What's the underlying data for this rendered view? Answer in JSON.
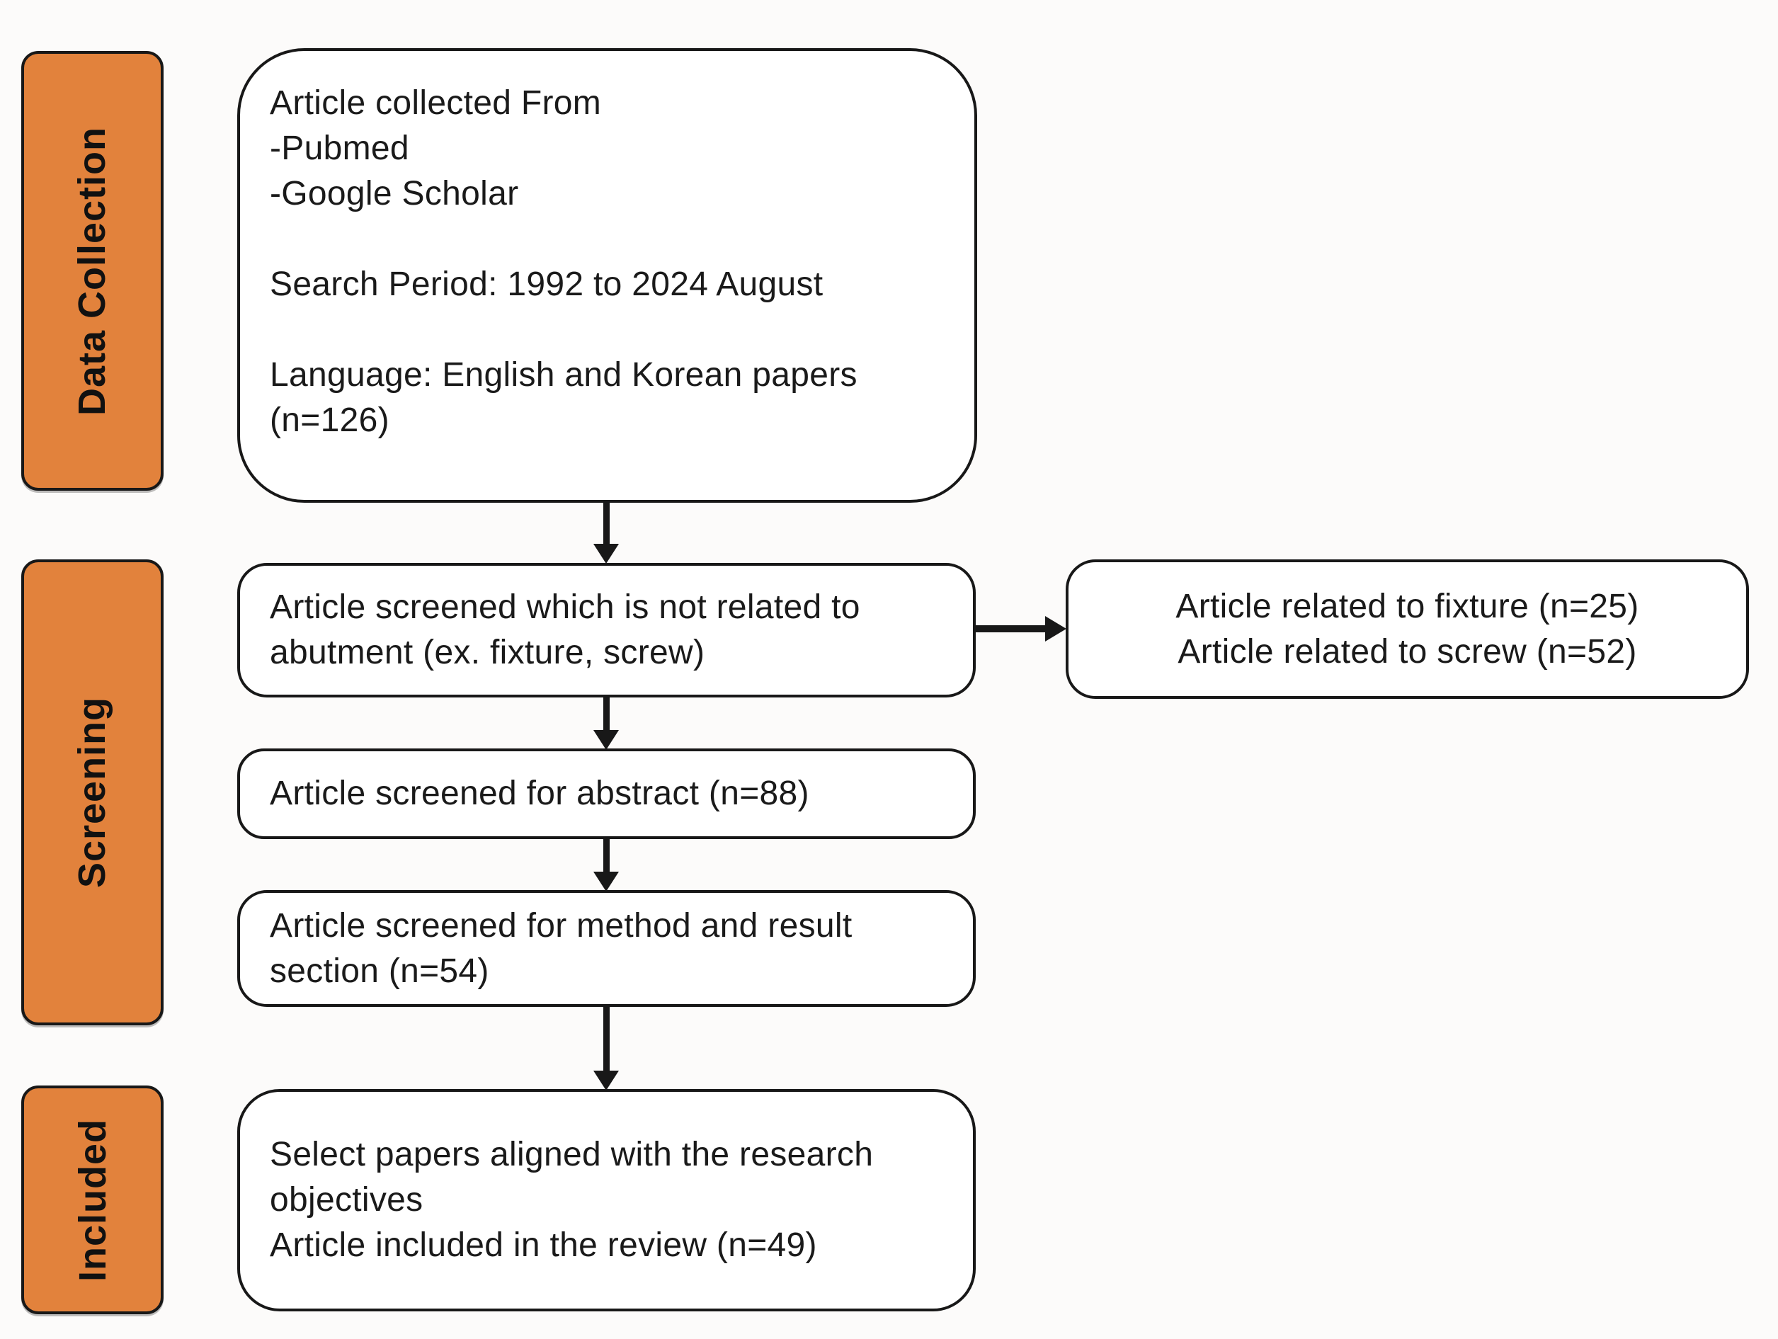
{
  "colors": {
    "accent_orange": "#e2823c",
    "ink": "#1a1a1a",
    "node_fill": "#ffffff",
    "background": "#fcfbfa"
  },
  "stages": [
    {
      "label": "Data Collection"
    },
    {
      "label": "Screening"
    },
    {
      "label": "Included"
    }
  ],
  "boxes": {
    "collection": {
      "lines": [
        "Article collected From",
        "-Pubmed",
        "-Google Scholar",
        "",
        "Search Period: 1992 to 2024 August",
        "",
        "Language: English and Korean papers",
        "(n=126)"
      ]
    },
    "not_related": {
      "lines": [
        "Article screened which is not related to",
        "abutment (ex. fixture, screw)"
      ]
    },
    "excluded": {
      "lines": [
        "Article related to fixture (n=25)",
        "Article related to screw (n=52)"
      ]
    },
    "abstract": {
      "lines": [
        "Article screened for abstract (n=88)"
      ]
    },
    "method_result": {
      "lines": [
        "Article screened for method and result",
        "section (n=54)"
      ]
    },
    "included": {
      "lines": [
        "Select papers aligned with the research",
        "objectives",
        "Article included in the review (n=49)"
      ]
    }
  }
}
